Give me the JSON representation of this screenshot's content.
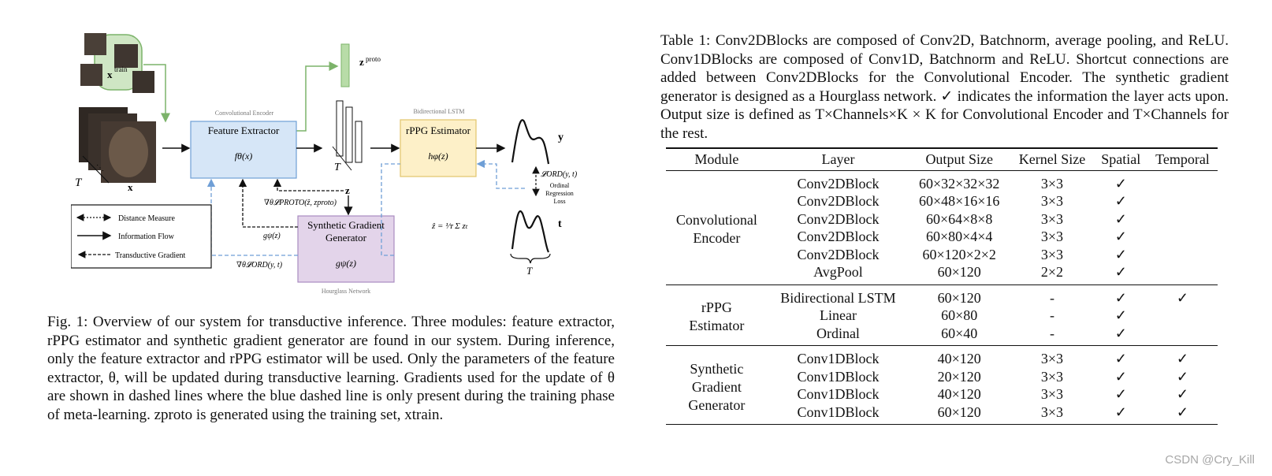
{
  "figure": {
    "group_labels": {
      "encoder": "Convolutional Encoder",
      "lstm": "Bidirectional LSTM",
      "hourglass": "Hourglass Network"
    },
    "blocks": {
      "feature_extractor": {
        "title": "Feature Extractor",
        "func": "fθ(x)"
      },
      "rppg_estimator": {
        "title": "rPPG Estimator",
        "func": "hφ(z)"
      },
      "synthetic_generator": {
        "title_line1": "Synthetic Gradient",
        "title_line2": "Generator",
        "func": "gψ(z)"
      }
    },
    "symbols": {
      "xtrain": "xtrain",
      "x": "x",
      "T": "T",
      "z": "z",
      "zproto": "zproto",
      "y": "y",
      "t": "t",
      "grad_proto": "∇θ𝓛PROTO(ẑ, zproto)",
      "g_psi": "gψ(z)",
      "grad_ord": "∇θ𝓛ORD(y, t)",
      "loss_ord": "𝓛ORD(y, t)",
      "loss_label_1": "Ordinal",
      "loss_label_2": "Regression",
      "loss_label_3": "Loss",
      "zhat_formula": "ẑ = 1/T Σ zt"
    },
    "legend": {
      "distance": "Distance Measure",
      "information": "Information Flow",
      "transductive": "Transductive Gradient"
    }
  },
  "fig_caption": "Fig. 1: Overview of our system for transductive inference. Three modules: feature extractor, rPPG estimator and synthetic gradient generator are found in our system. During inference, only the feature extractor and rPPG estimator will be used. Only the parameters of the feature extractor, θ, will be updated during transductive learning. Gradients used for the update of θ are shown in dashed lines where the blue dashed line is only present during the training phase of meta-learning. zproto is generated using the training set, xtrain.",
  "table_caption": "Table 1: Conv2DBlocks are composed of Conv2D, Batchnorm, average pooling, and ReLU. Conv1DBlocks are composed of Conv1D, Batchnorm and ReLU. Shortcut connections are added between Conv2DBlocks for the Convolutional Encoder. The synthetic gradient generator is designed as a Hourglass network. ✓ indicates the information the layer acts upon. Output size is defined as T×Channels×K × K for Convolutional Encoder and T×Channels for the rest.",
  "table": {
    "headers": [
      "Module",
      "Layer",
      "Output Size",
      "Kernel Size",
      "Spatial",
      "Temporal"
    ],
    "groups": [
      {
        "module_line1": "Convolutional",
        "module_line2": "Encoder",
        "rows": [
          [
            "Conv2DBlock",
            "60×32×32×32",
            "3×3",
            "✓",
            ""
          ],
          [
            "Conv2DBlock",
            "60×48×16×16",
            "3×3",
            "✓",
            ""
          ],
          [
            "Conv2DBlock",
            "60×64×8×8",
            "3×3",
            "✓",
            ""
          ],
          [
            "Conv2DBlock",
            "60×80×4×4",
            "3×3",
            "✓",
            ""
          ],
          [
            "Conv2DBlock",
            "60×120×2×2",
            "3×3",
            "✓",
            ""
          ],
          [
            "AvgPool",
            "60×120",
            "2×2",
            "✓",
            ""
          ]
        ]
      },
      {
        "module_line1": "rPPG",
        "module_line2": "Estimator",
        "rows": [
          [
            "Bidirectional LSTM",
            "60×120",
            "-",
            "✓",
            "✓"
          ],
          [
            "Linear",
            "60×80",
            "-",
            "✓",
            ""
          ],
          [
            "Ordinal",
            "60×40",
            "-",
            "✓",
            ""
          ]
        ]
      },
      {
        "module_line1": "Synthetic",
        "module_line2": "Gradient",
        "module_line3": "Generator",
        "rows": [
          [
            "Conv1DBlock",
            "40×120",
            "3×3",
            "✓",
            "✓"
          ],
          [
            "Conv1DBlock",
            "20×120",
            "3×3",
            "✓",
            "✓"
          ],
          [
            "Conv1DBlock",
            "40×120",
            "3×3",
            "✓",
            "✓"
          ],
          [
            "Conv1DBlock",
            "60×120",
            "3×3",
            "✓",
            "✓"
          ]
        ]
      }
    ]
  },
  "watermark": "CSDN @Cry_Kill"
}
